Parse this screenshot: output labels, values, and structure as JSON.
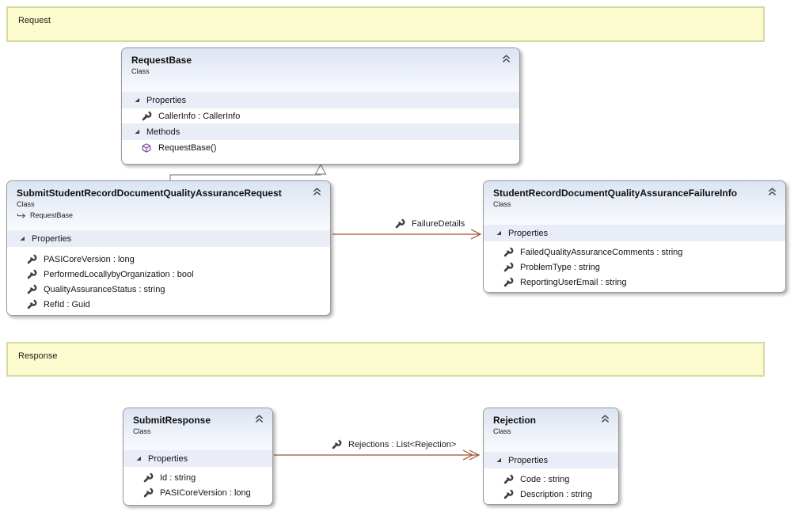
{
  "comments": [
    {
      "label": "Request"
    },
    {
      "label": "Response"
    }
  ],
  "classes": [
    {
      "title": "RequestBase",
      "kind": "Class",
      "collapse_icon": "double-chevron-up-icon",
      "sections": [
        {
          "label": "Properties",
          "expander_icon": "expander-icon",
          "items": [
            {
              "icon": "property-wrench-icon",
              "text": "CallerInfo : CallerInfo"
            }
          ]
        },
        {
          "label": "Methods",
          "expander_icon": "expander-icon",
          "items": [
            {
              "icon": "method-cube-icon",
              "text": "RequestBase()"
            }
          ]
        }
      ]
    },
    {
      "title": "SubmitStudentRecordDocumentQualityAssuranceRequest",
      "kind": "Class",
      "base": "RequestBase",
      "base_icon": "inherits-arrow-icon",
      "collapse_icon": "double-chevron-up-icon",
      "sections": [
        {
          "label": "Properties",
          "expander_icon": "expander-icon",
          "items": [
            {
              "icon": "property-wrench-icon",
              "text": "PASICoreVersion : long"
            },
            {
              "icon": "property-wrench-icon",
              "text": "PerformedLocallybyOrganization : bool"
            },
            {
              "icon": "property-wrench-icon",
              "text": "QualityAssuranceStatus : string"
            },
            {
              "icon": "property-wrench-icon",
              "text": "RefId : Guid"
            }
          ]
        }
      ]
    },
    {
      "title": "StudentRecordDocumentQualityAssuranceFailureInfo",
      "kind": "Class",
      "collapse_icon": "double-chevron-up-icon",
      "sections": [
        {
          "label": "Properties",
          "expander_icon": "expander-icon",
          "items": [
            {
              "icon": "property-wrench-icon",
              "text": "FailedQualityAssuranceComments : string"
            },
            {
              "icon": "property-wrench-icon",
              "text": "ProblemType : string"
            },
            {
              "icon": "property-wrench-icon",
              "text": "ReportingUserEmail : string"
            }
          ]
        }
      ]
    },
    {
      "title": "SubmitResponse",
      "kind": "Class",
      "collapse_icon": "double-chevron-up-icon",
      "sections": [
        {
          "label": "Properties",
          "expander_icon": "expander-icon",
          "items": [
            {
              "icon": "property-wrench-icon",
              "text": "Id : string"
            },
            {
              "icon": "property-wrench-icon",
              "text": "PASICoreVersion : long"
            }
          ]
        }
      ]
    },
    {
      "title": "Rejection",
      "kind": "Class",
      "collapse_icon": "double-chevron-up-icon",
      "sections": [
        {
          "label": "Properties",
          "expander_icon": "expander-icon",
          "items": [
            {
              "icon": "property-wrench-icon",
              "text": "Code : string"
            },
            {
              "icon": "property-wrench-icon",
              "text": "Description : string"
            }
          ]
        }
      ]
    }
  ],
  "connectors": [
    {
      "type": "association",
      "label": "FailureDetails",
      "label_icon": "property-wrench-icon",
      "from": "SubmitStudentRecordDocumentQualityAssuranceRequest",
      "to": "StudentRecordDocumentQualityAssuranceFailureInfo"
    },
    {
      "type": "association-collection",
      "label": "Rejections : List<Rejection>",
      "label_icon": "property-wrench-icon",
      "from": "SubmitResponse",
      "to": "Rejection"
    },
    {
      "type": "inheritance",
      "from": "SubmitStudentRecordDocumentQualityAssuranceRequest",
      "to": "RequestBase"
    }
  ],
  "colors": {
    "note_background": "#fbfbcd",
    "note_border": "#d9d9a6",
    "header_gradient_top": "#dce4f2",
    "section_background": "#e9edf7",
    "box_border": "#9a9a9a",
    "association_line": "#a0522d",
    "inheritance_line": "#8a8a8a",
    "method_icon_purple": "#7b3f99",
    "icon_gray": "#3d3d3d"
  }
}
